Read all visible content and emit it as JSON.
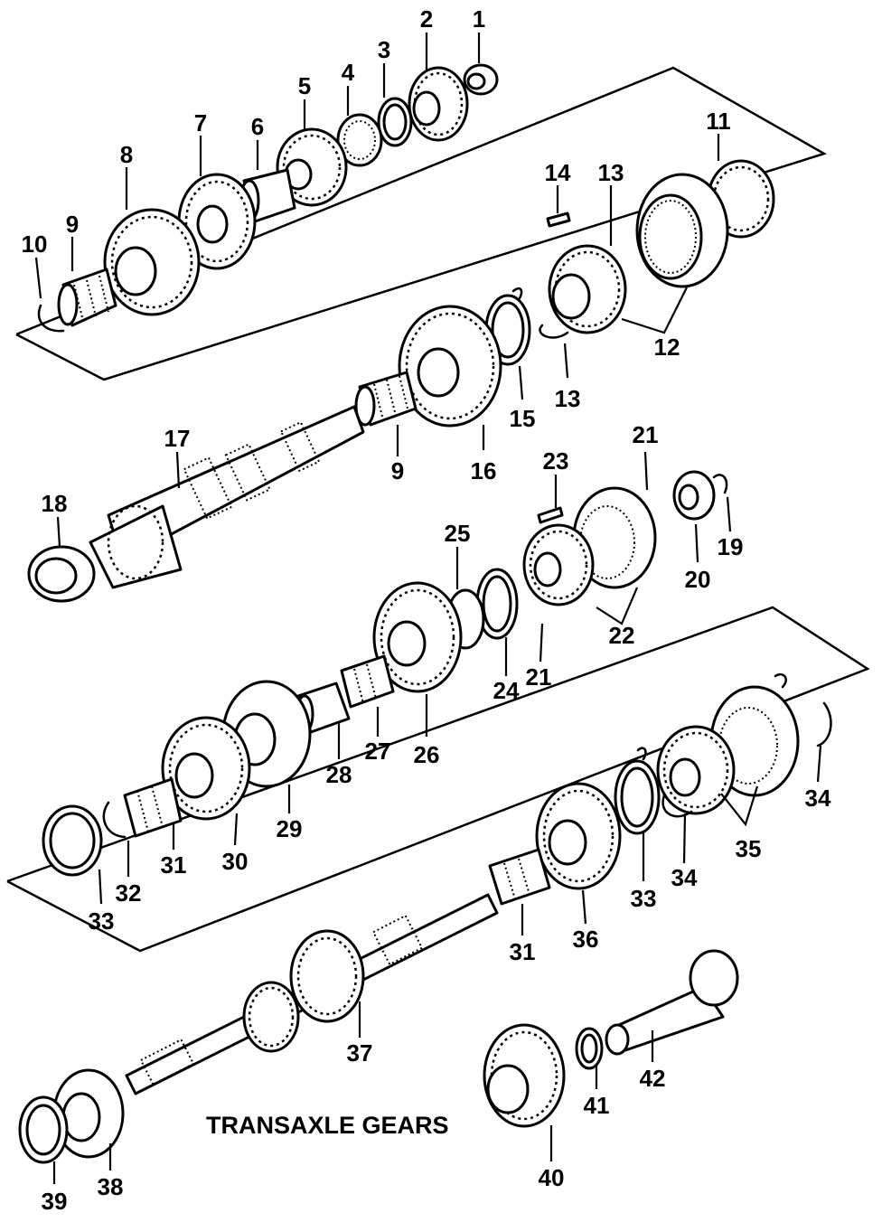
{
  "caption": "TRANSAXLE GEARS",
  "callouts": {
    "c1": "1",
    "c2": "2",
    "c3": "3",
    "c4": "4",
    "c5": "5",
    "c6": "6",
    "c7": "7",
    "c8": "8",
    "c9a": "9",
    "c10": "10",
    "c11": "11",
    "c12": "12",
    "c13a": "13",
    "c13b": "13",
    "c14": "14",
    "c15": "15",
    "c16": "16",
    "c9b": "9",
    "c17": "17",
    "c18": "18",
    "c19": "19",
    "c20": "20",
    "c21a": "21",
    "c21b": "21",
    "c22": "22",
    "c23": "23",
    "c24": "24",
    "c25": "25",
    "c26": "26",
    "c27": "27",
    "c28": "28",
    "c29": "29",
    "c30": "30",
    "c31a": "31",
    "c32": "32",
    "c33a": "33",
    "c33b": "33",
    "c34a": "34",
    "c34b": "34",
    "c35": "35",
    "c36": "36",
    "c31b": "31",
    "c37": "37",
    "c38": "38",
    "c39": "39",
    "c40": "40",
    "c41": "41",
    "c42": "42"
  }
}
